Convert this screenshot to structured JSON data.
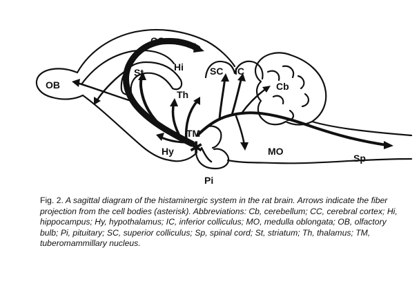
{
  "diagram": {
    "labels": {
      "cc": "CC",
      "st": "St",
      "hi": "Hi",
      "sc": "SC",
      "ic": "IC",
      "ob": "OB",
      "cb": "Cb",
      "th": "Th",
      "tm": "TM",
      "hy": "Hy",
      "mo": "MO",
      "sp": "Sp",
      "pi": "Pi"
    },
    "asterisk": "✱"
  },
  "caption": {
    "fig_label": "Fig. 2.",
    "text": "A sagittal diagram of the histaminergic system in the rat brain. Arrows indicate the fiber projection from the cell bodies (asterisk). Abbreviations: Cb, cerebellum; CC, cerebral cortex; Hi, hippocampus; Hy, hypothalamus; IC, inferior colliculus; MO, medulla oblongata; OB, olfactory bulb; Pi, pituitary; SC, superior colliculus; Sp, spinal cord; St, striatum; Th, thalamus; TM, tuberomammillary nucleus."
  }
}
